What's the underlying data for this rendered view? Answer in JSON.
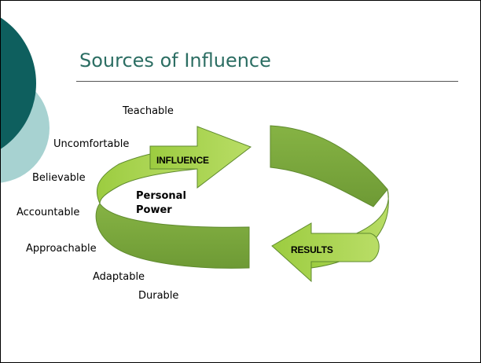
{
  "slide": {
    "title": "Sources of Influence",
    "colors": {
      "title": "#2c6e63",
      "deco_dark": "#0e5f5e",
      "deco_light": "#a7d2d1",
      "arrow_light": "#a3cf47",
      "arrow_dark": "#7aa53e"
    }
  },
  "diagram": {
    "arrow_top_label": "INFLUENCE",
    "arrow_bottom_label": "RESULTS",
    "center_label_line1": "Personal",
    "center_label_line2": "Power",
    "traits": [
      "Teachable",
      "Uncomfortable",
      "Believable",
      "Accountable",
      "Approachable",
      "Adaptable",
      "Durable"
    ]
  }
}
